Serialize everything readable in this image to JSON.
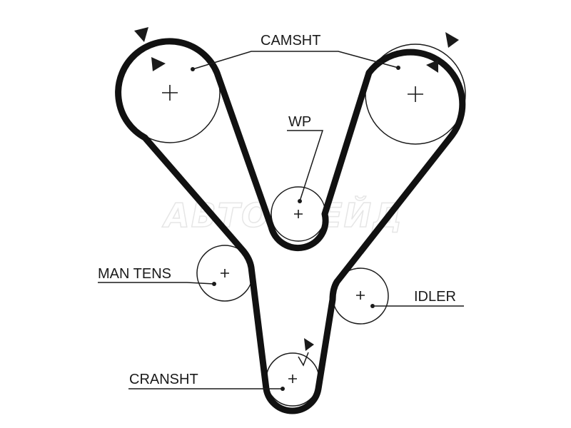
{
  "labels": {
    "camshaft": "CAMSHT",
    "water_pump": "WP",
    "manual_tensioner": "MAN TENS",
    "idler": "IDLER",
    "crankshaft": "CRANSHT"
  },
  "watermark": "АВТОТРЕЙД",
  "colors": {
    "line": "#1a1a1a",
    "belt": "#111111",
    "background": "#ffffff",
    "watermark": "#e6e6e6"
  }
}
